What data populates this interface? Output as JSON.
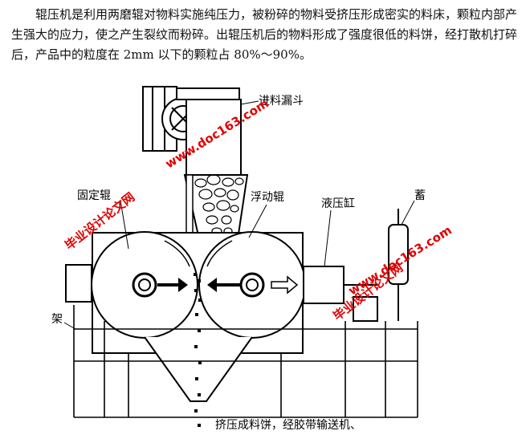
{
  "paragraph": "辊压机是利用两磨辊对物料实施纯压力，被粉碎的物料受挤压形成密实的料床，颗粒内部产生强大的应力，使之产生裂纹而粉碎。出辊压机后的物料形成了强度很低的料饼，经打散机打碎后，产品中的粒度在 2mm 以下的颗粒占 80%～90%。",
  "figure": {
    "labels": {
      "hopper": "进料漏斗",
      "fixed_roll": "固定辊",
      "floating_roll": "浮动辊",
      "cylinder": "液压缸",
      "accumulator": "蓄",
      "frame": "架",
      "output": "挤压成料饼，经胶带输送机、"
    },
    "watermarks": {
      "site_name": "毕业设计论文网",
      "url": "www.doc163.com"
    }
  }
}
